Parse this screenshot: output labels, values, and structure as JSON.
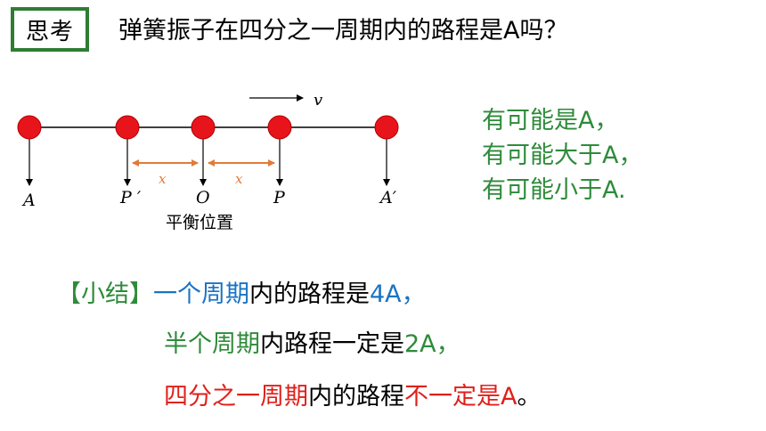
{
  "header": {
    "think_label": "思考",
    "question": "弹簧振子在四分之一周期内的路程是A吗？"
  },
  "diagram": {
    "velocity_label": "v",
    "points": [
      {
        "label": "A"
      },
      {
        "label": "P ′"
      },
      {
        "label": "O"
      },
      {
        "label": "P"
      },
      {
        "label": "A′"
      }
    ],
    "x_label_left": "x",
    "x_label_right": "x",
    "equilibrium_label": "平衡位置",
    "colors": {
      "ball": "#e8141b",
      "arrow": "#e07b39",
      "line": "#000000"
    }
  },
  "answers": [
    "有可能是A，",
    "有可能大于A，",
    "有可能小于A."
  ],
  "summary": {
    "bracket": "【小结】",
    "line1": {
      "a": "一个周期",
      "b": "内的路程是",
      "c": "4A，"
    },
    "line2": {
      "a": "半个周期",
      "b": "内路程一定是",
      "c": "2A，"
    },
    "line3": {
      "a": "四分之一周期",
      "b": "内的路程",
      "c": "不一定是",
      "d": "A",
      "e": "。"
    }
  }
}
